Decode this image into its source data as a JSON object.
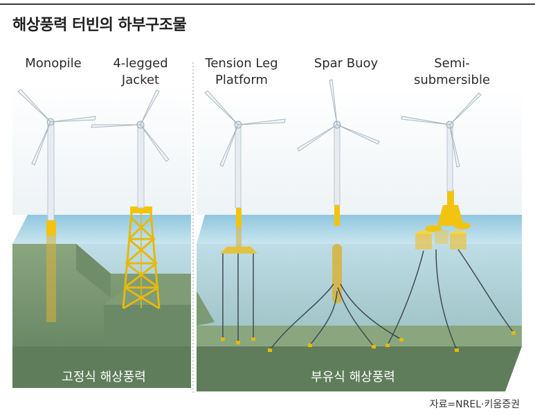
{
  "title": "해상풍력 터빈의 하부구조물",
  "structures": [
    {
      "id": "monopile",
      "label_line1": "Monopile",
      "label_line2": ""
    },
    {
      "id": "jacket",
      "label_line1": "4-legged",
      "label_line2": "Jacket"
    },
    {
      "id": "tlp",
      "label_line1": "Tension Leg",
      "label_line2": "Platform"
    },
    {
      "id": "spar",
      "label_line1": "Spar Buoy",
      "label_line2": ""
    },
    {
      "id": "semi",
      "label_line1": "Semi-",
      "label_line2": "submersible"
    }
  ],
  "zones": {
    "fixed": "고정식 해상풍력",
    "floating": "부유식 해상풍력"
  },
  "source": "자료=NREL·키움증권",
  "colors": {
    "sea": "#a9d6e8",
    "seabed": "#6c8a66",
    "foundation": "#f2c40f",
    "tower": "#e9eef2"
  }
}
